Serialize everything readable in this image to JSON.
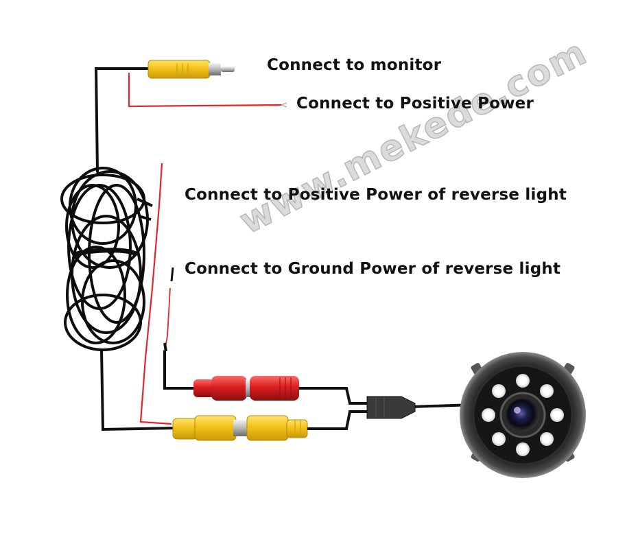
{
  "labels": {
    "monitor": "Connect to monitor",
    "positive_power": "Connect to Positive Power",
    "reverse_positive": "Connect to Positive Power of reverse light",
    "reverse_ground": "Connect to Ground Power of reverse light"
  },
  "watermark": "www.mekede.com",
  "colors": {
    "cable": "#111111",
    "rca_yellow": "#f2c21b",
    "red_connector": "#d91f1f",
    "red_wire": "#e3262b",
    "camera_body": "#2a2a2a",
    "led": "#ffffff"
  },
  "icons": {
    "camera": "reversing-camera-icon",
    "rca_plug": "rca-plug-icon",
    "dc_connector": "dc-power-connector-icon"
  }
}
